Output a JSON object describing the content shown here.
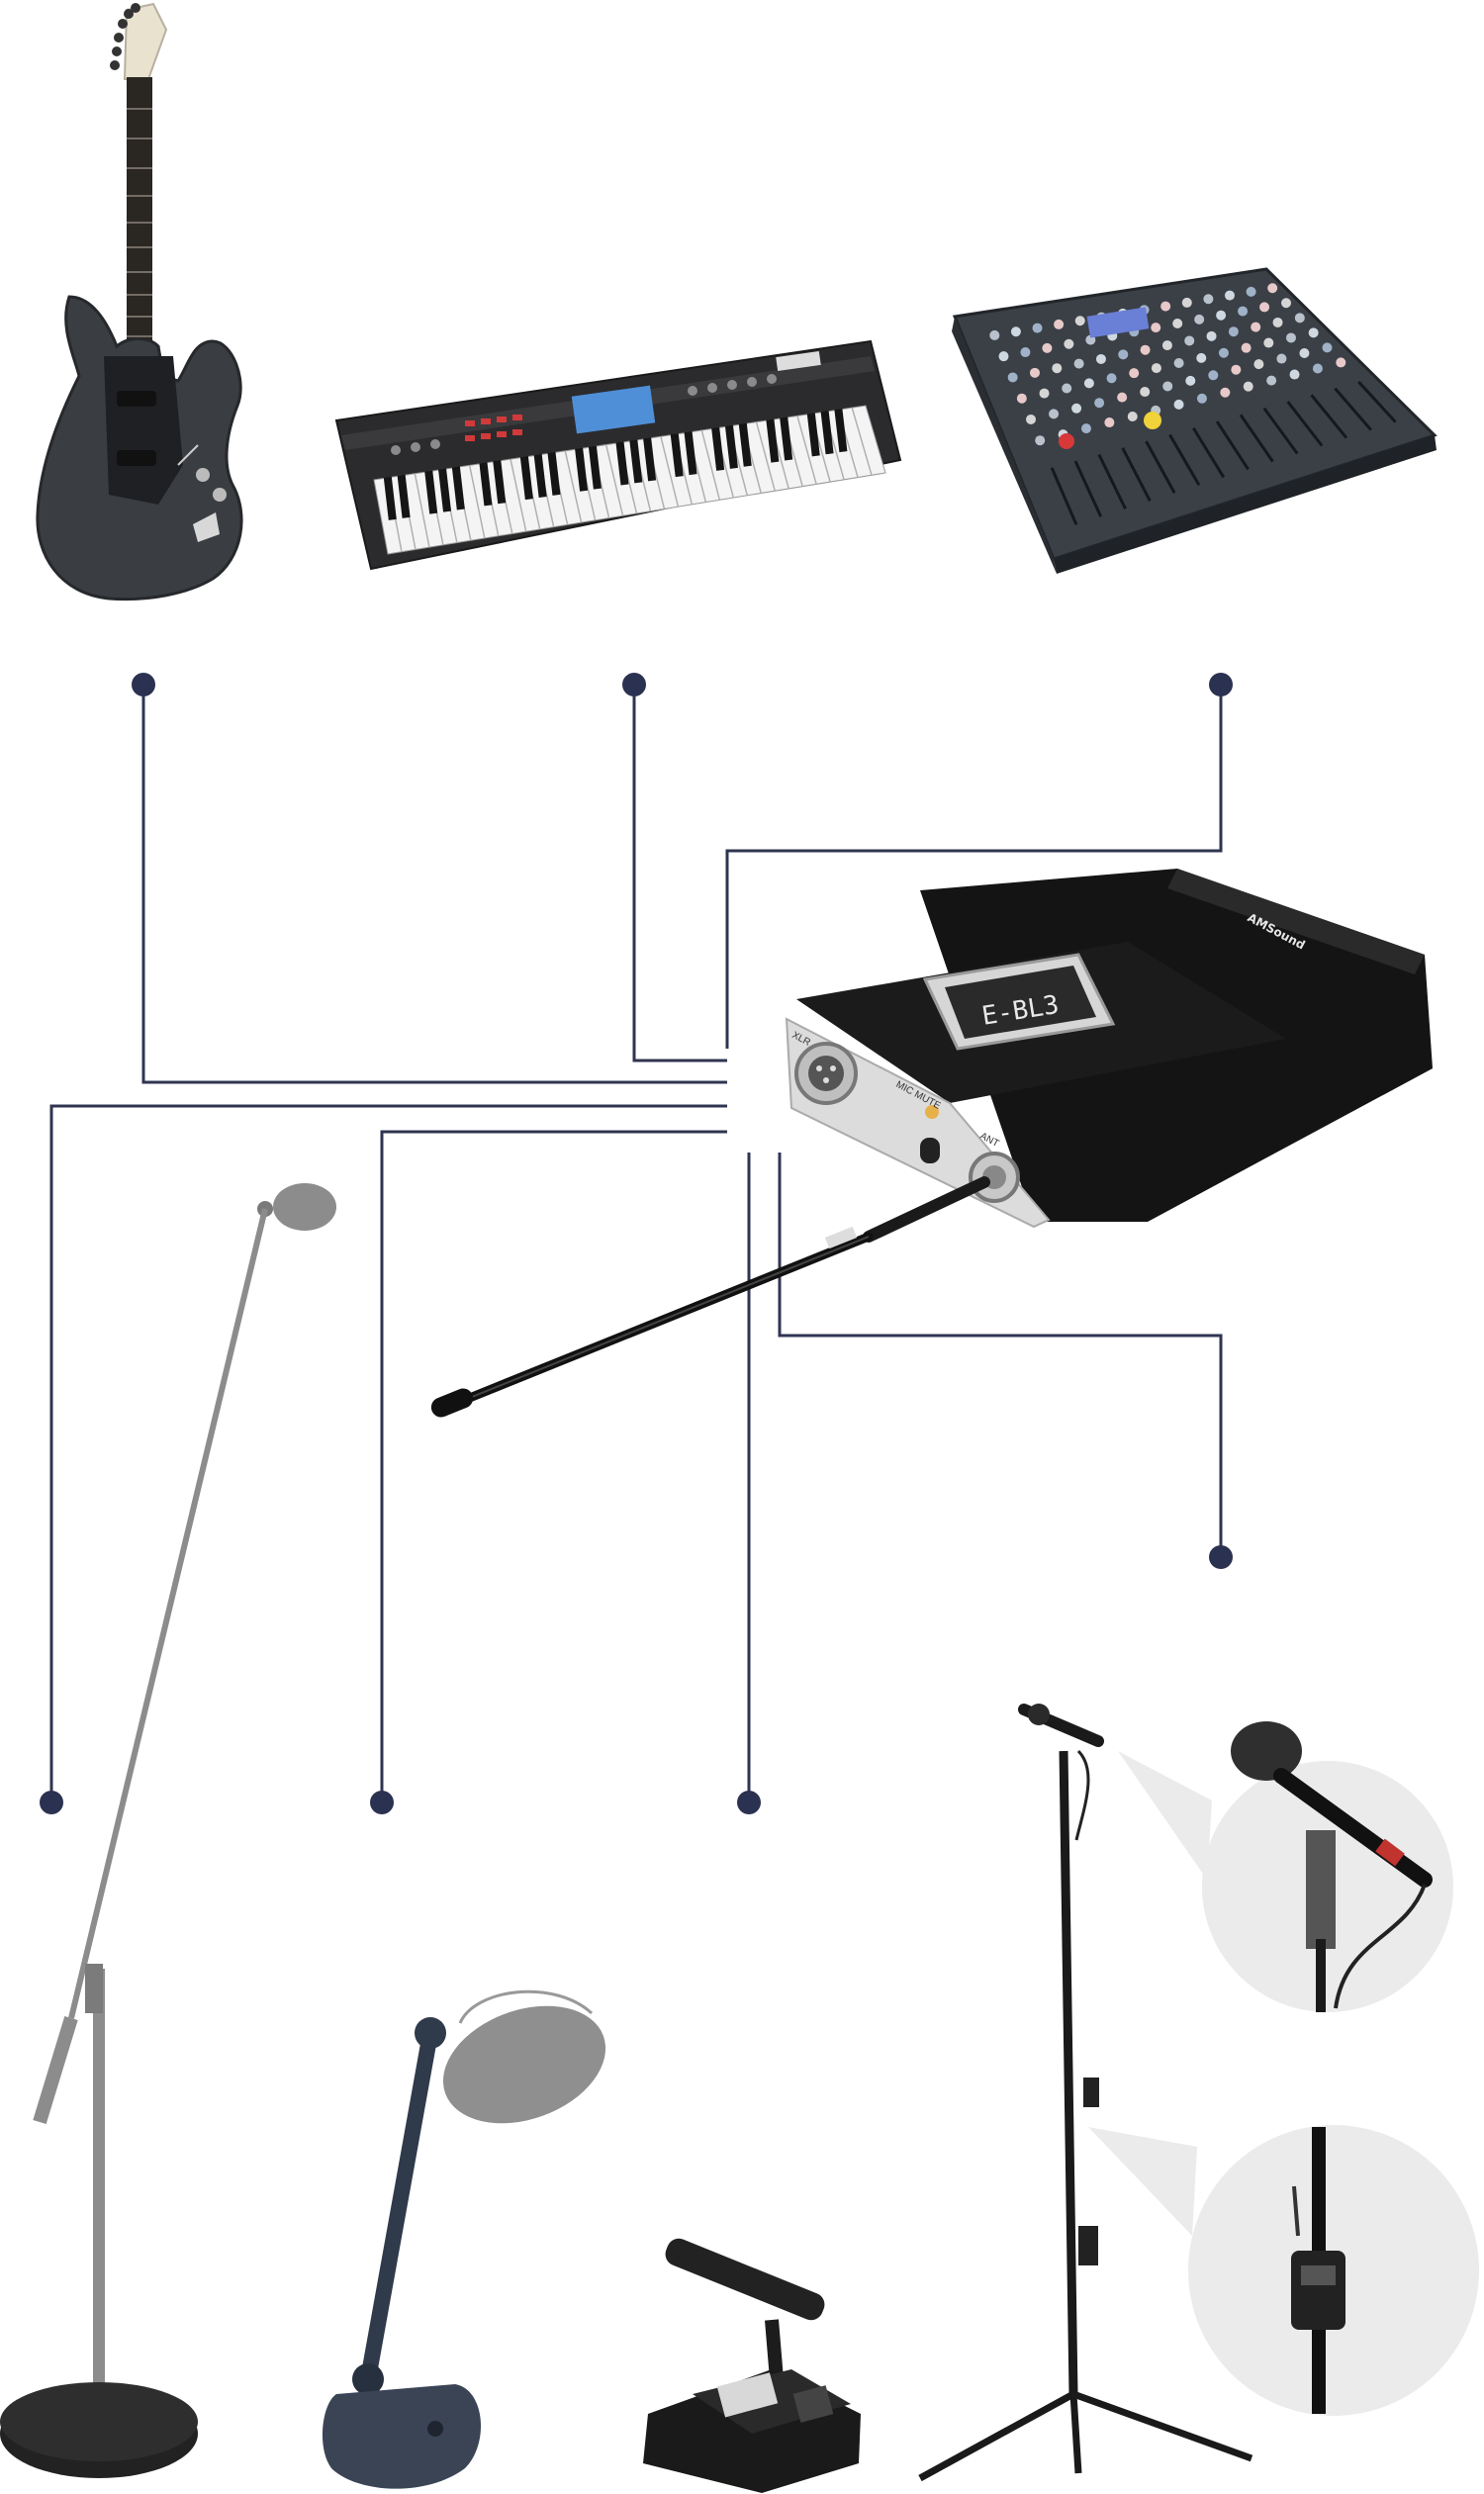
{
  "colors": {
    "connector": "#2f3550",
    "dot": "#2b3150",
    "device_body": "#141414",
    "panel": "#dedede",
    "callout_bg": "#ebebeb",
    "grey_stand": "#8c8c8c"
  },
  "transmitter": {
    "brand_text": "AMSound",
    "label_left": "XLR",
    "label_mid": "MIC MUTE",
    "label_right": "ANT",
    "display_text": "E-BL3"
  }
}
